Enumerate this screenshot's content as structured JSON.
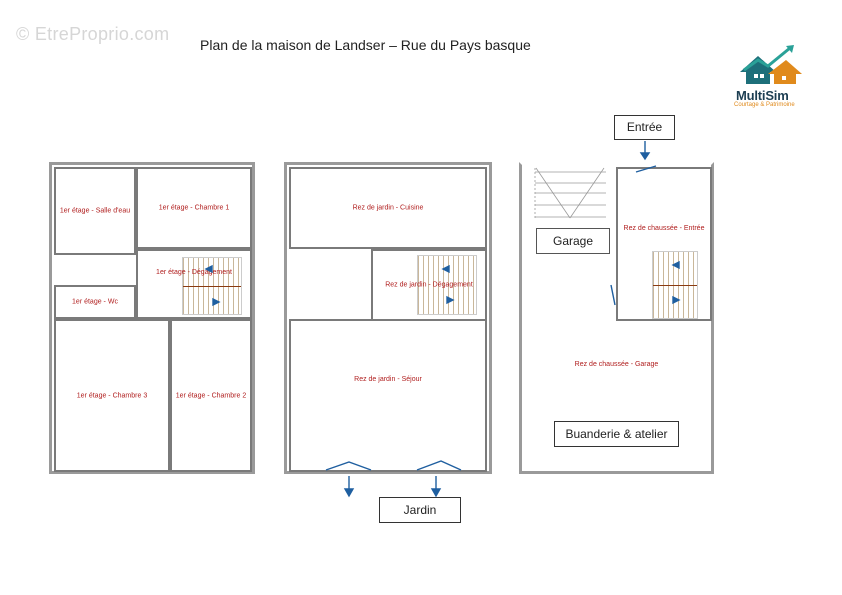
{
  "watermark": "© EtreProprio.com",
  "title": "Plan de la maison de Landser – Rue du Pays basque",
  "logo": {
    "name": "MultiSim",
    "tagline": "Courtage & Patrimoine",
    "colors": {
      "house": "#1d6f7a",
      "arrow": "#2aa198",
      "roof": "#e08a1c"
    }
  },
  "floor1": {
    "rooms": {
      "salle_eau": "1er étage - Salle d'eau",
      "chambre1": "1er étage - Chambre 1",
      "degagement": "1er étage - Dégagement",
      "wc": "1er étage - Wc",
      "chambre3": "1er étage - Chambre 3",
      "chambre2": "1er étage - Chambre 2"
    }
  },
  "floor_garden": {
    "rooms": {
      "cuisine": "Rez de jardin - Cuisine",
      "degagement": "Rez de jardin - Dégagement",
      "sejour": "Rez de jardin - Séjour"
    },
    "jardin_label": "Jardin"
  },
  "floor_ground": {
    "rooms": {
      "entree": "Rez de chaussée - Entrée",
      "garage": "Rez de chaussée - Garage"
    },
    "entree_label": "Entrée",
    "garage_label": "Garage",
    "buanderie_label": "Buanderie & atelier"
  },
  "colors": {
    "wall": "#9a9a9a",
    "room_text": "#b01e1e",
    "arrow": "#1f5fa0"
  }
}
